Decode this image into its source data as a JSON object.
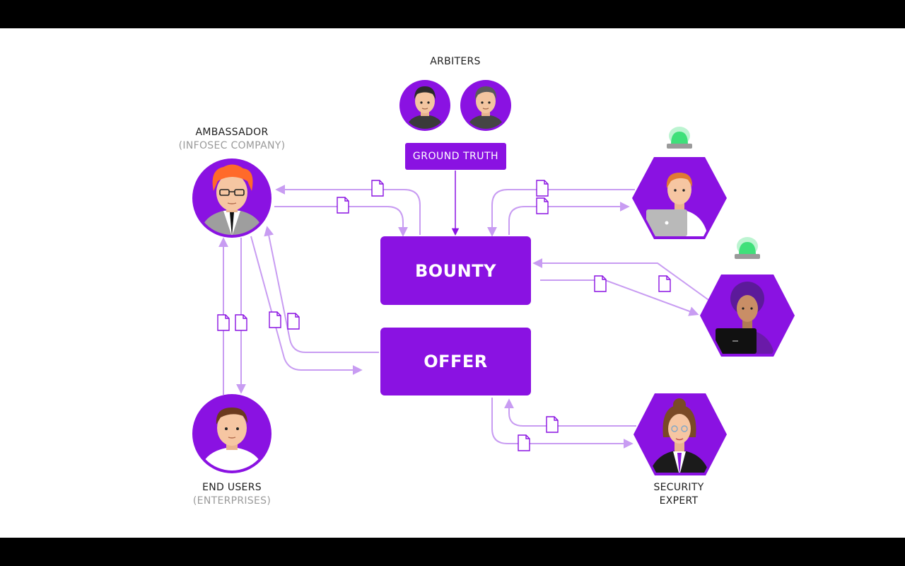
{
  "colors": {
    "accent": "#8a12e2",
    "connector": "#c89cf2",
    "alarm": "#3fe07a"
  },
  "labels": {
    "arbiters": "ARBITERS",
    "ambassador": "AMBASSADOR",
    "ambassador_sub": "(INFOSEC COMPANY)",
    "end_users": "END USERS",
    "end_users_sub": "(ENTERPRISES)",
    "security_expert_line1": "SECURITY",
    "security_expert_line2": "EXPERT"
  },
  "boxes": {
    "ground_truth": "GROUND TRUTH",
    "bounty": "BOUNTY",
    "offer": "OFFER"
  }
}
